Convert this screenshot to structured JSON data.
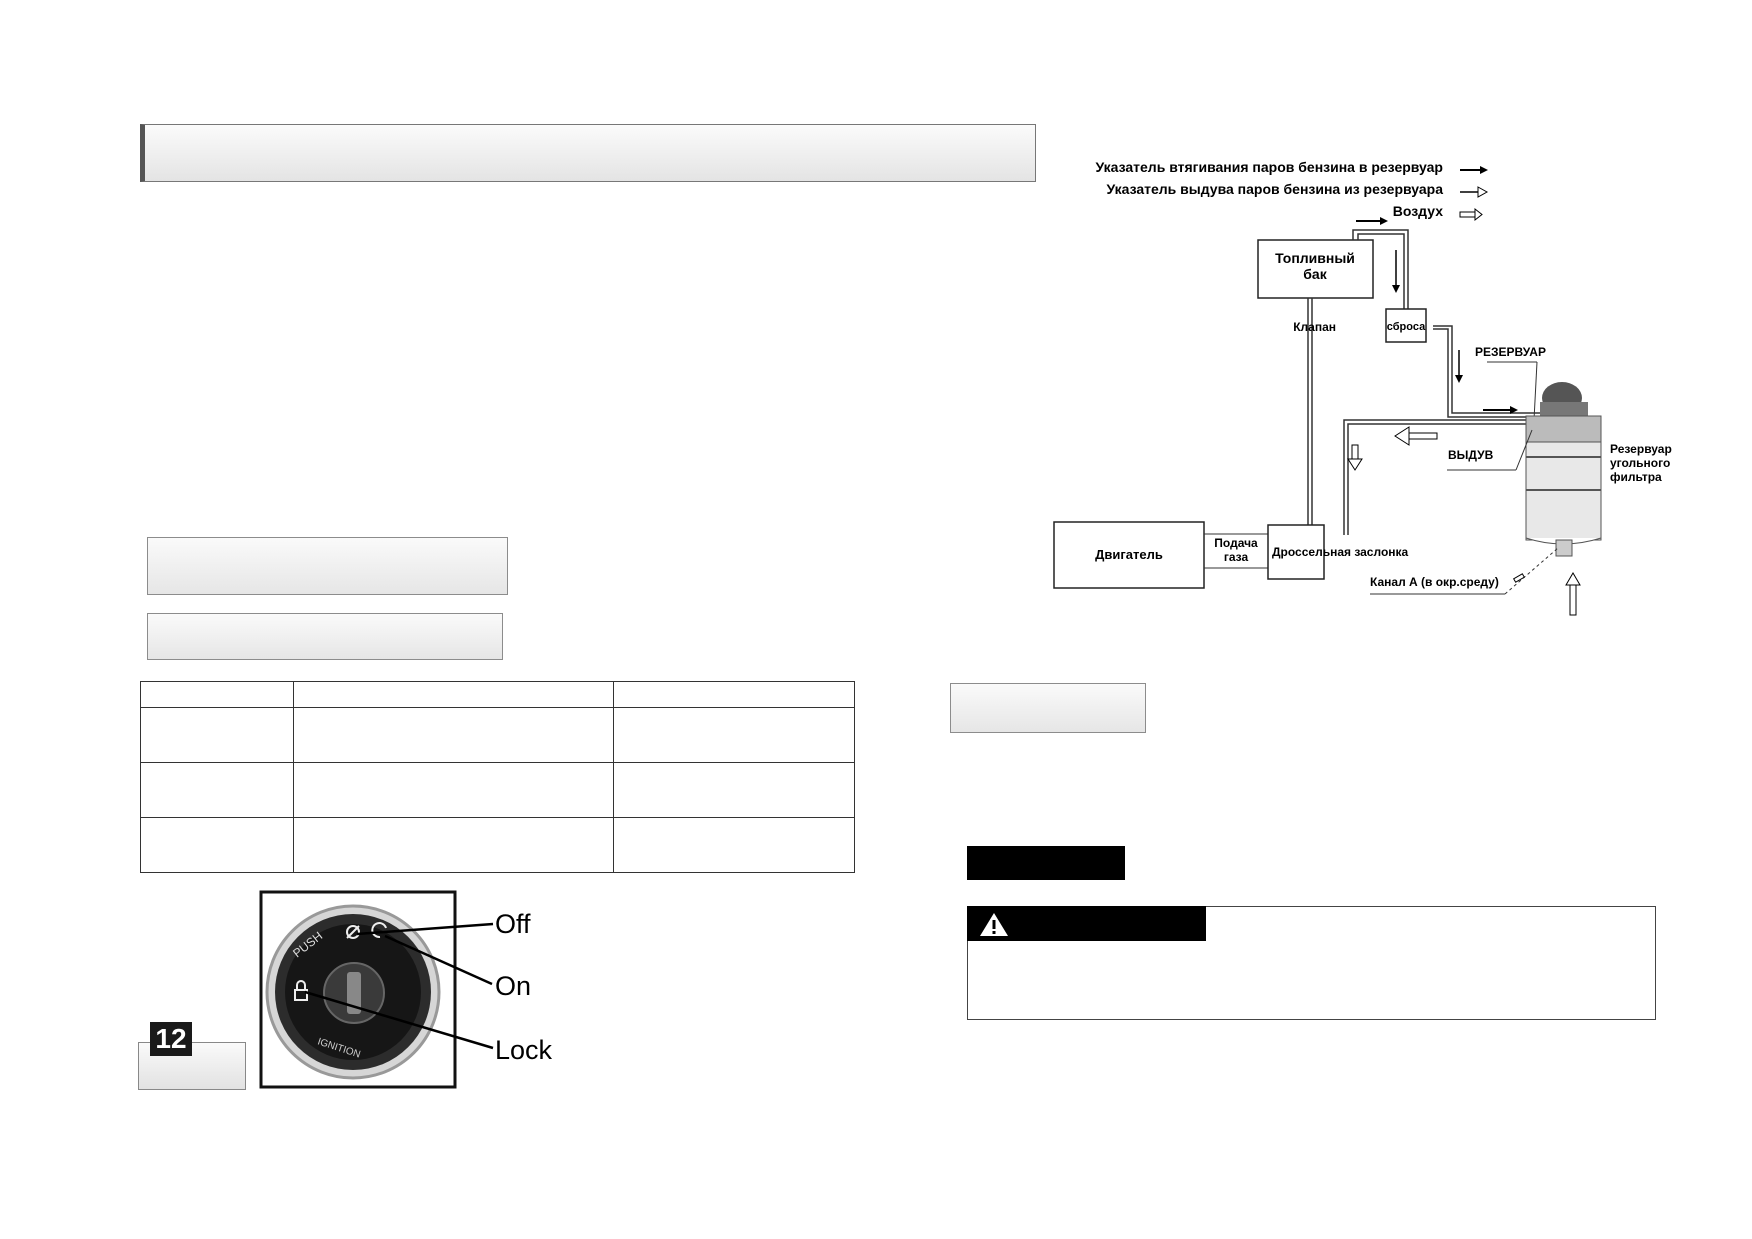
{
  "page_number": "12",
  "ignition": {
    "labels": {
      "off": "Off",
      "on": "On",
      "lock": "Lock"
    },
    "ring_text": {
      "push": "PUSH",
      "ignition": "IGNITION"
    }
  },
  "legend": {
    "intake": "Указатель втягивания паров бензина в резервуар",
    "exhaust": "Указатель выдува паров бензина из резервуара",
    "air": "Воздух"
  },
  "diagram": {
    "fuel_tank": [
      "Топливный",
      "бак"
    ],
    "valve_prefix": "Клапан",
    "valve_box": "сброса",
    "reservoir": "РЕЗЕРВУАР",
    "canister": [
      "Резервуар",
      "угольного",
      "фильтра"
    ],
    "blowout": "ВЫДУВ",
    "engine": "Двигатель",
    "gas_feed": [
      "Подача",
      "газа"
    ],
    "throttle": "Дроссельная заслонка",
    "channel": "Канал А (в окр.среду)"
  },
  "icons": [
    "warning-icon",
    "engine-icon",
    "power-icon",
    "padlock-icon"
  ]
}
